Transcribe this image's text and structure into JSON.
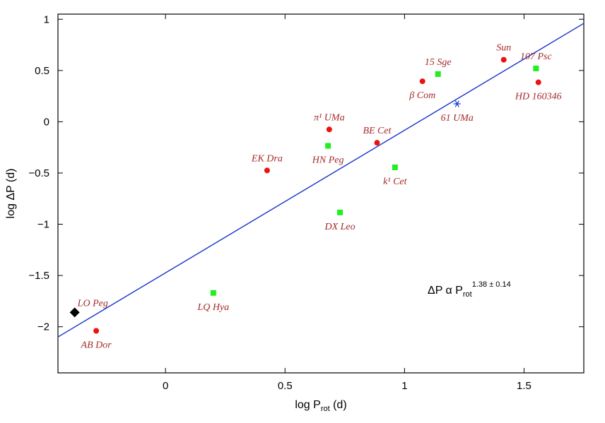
{
  "chart_data": {
    "type": "scatter",
    "xlabel": {
      "main": "log P",
      "sub": "rot",
      "tail": " (d)"
    },
    "ylabel": "log ΔP (d)",
    "xlim": [
      -0.45,
      1.75
    ],
    "ylim": [
      -2.45,
      1.05
    ],
    "x_ticks": [
      {
        "value": 0,
        "label": "0"
      },
      {
        "value": 0.5,
        "label": "0.5"
      },
      {
        "value": 1,
        "label": "1"
      },
      {
        "value": 1.5,
        "label": "1.5"
      }
    ],
    "y_ticks": [
      {
        "value": 1,
        "label": "1"
      },
      {
        "value": 0.5,
        "label": "0.5"
      },
      {
        "value": 0,
        "label": "0"
      },
      {
        "value": -0.5,
        "label": "−0.5"
      },
      {
        "value": -1,
        "label": "−1"
      },
      {
        "value": -1.5,
        "label": "−1.5"
      },
      {
        "value": -2,
        "label": "−2"
      }
    ],
    "fit_line": {
      "x": [
        -0.45,
        1.75
      ],
      "y": [
        -2.1,
        0.96
      ]
    },
    "annotation": {
      "main": "ΔP α P",
      "sub": "rot",
      "sup": "1.38 ± 0.14"
    },
    "points": [
      {
        "name": "LO Peg",
        "x": -0.38,
        "y": -1.86,
        "marker": "diamond",
        "color": "#000000",
        "label_anchor": "right-above"
      },
      {
        "name": "AB Dor",
        "x": -0.29,
        "y": -2.04,
        "marker": "circle",
        "color": "#ee1111",
        "label_anchor": "below"
      },
      {
        "name": "LQ Hya",
        "x": 0.2,
        "y": -1.67,
        "marker": "square",
        "color": "#22ee22",
        "label_anchor": "below"
      },
      {
        "name": "EK Dra",
        "x": 0.425,
        "y": -0.475,
        "marker": "circle",
        "color": "#ee1111",
        "label_anchor": "above"
      },
      {
        "name": "HN Peg",
        "x": 0.68,
        "y": -0.235,
        "marker": "square",
        "color": "#22ee22",
        "label_anchor": "below"
      },
      {
        "name": "π¹ UMa",
        "x": 0.685,
        "y": -0.075,
        "marker": "circle",
        "color": "#ee1111",
        "label_anchor": "above"
      },
      {
        "name": "DX Leo",
        "x": 0.73,
        "y": -0.885,
        "marker": "square",
        "color": "#22ee22",
        "label_anchor": "below"
      },
      {
        "name": "BE Cet",
        "x": 0.885,
        "y": -0.205,
        "marker": "circle",
        "color": "#ee1111",
        "label_anchor": "above"
      },
      {
        "name": "k¹ Cet",
        "x": 0.96,
        "y": -0.445,
        "marker": "square",
        "color": "#22ee22",
        "label_anchor": "below"
      },
      {
        "name": "β Com",
        "x": 1.075,
        "y": 0.395,
        "marker": "circle",
        "color": "#ee1111",
        "label_anchor": "below"
      },
      {
        "name": "15 Sge",
        "x": 1.14,
        "y": 0.465,
        "marker": "square",
        "color": "#22ee22",
        "label_anchor": "above"
      },
      {
        "name": "61 UMa",
        "x": 1.22,
        "y": 0.175,
        "marker": "asterisk",
        "color": "#1133cc",
        "label_anchor": "below"
      },
      {
        "name": "Sun",
        "x": 1.415,
        "y": 0.605,
        "marker": "circle",
        "color": "#ee1111",
        "label_anchor": "above"
      },
      {
        "name": "107 Psc",
        "x": 1.55,
        "y": 0.52,
        "marker": "square",
        "color": "#22ee22",
        "label_anchor": "above"
      },
      {
        "name": "HD 160346",
        "x": 1.56,
        "y": 0.385,
        "marker": "circle",
        "color": "#ee1111",
        "label_anchor": "below"
      }
    ]
  }
}
